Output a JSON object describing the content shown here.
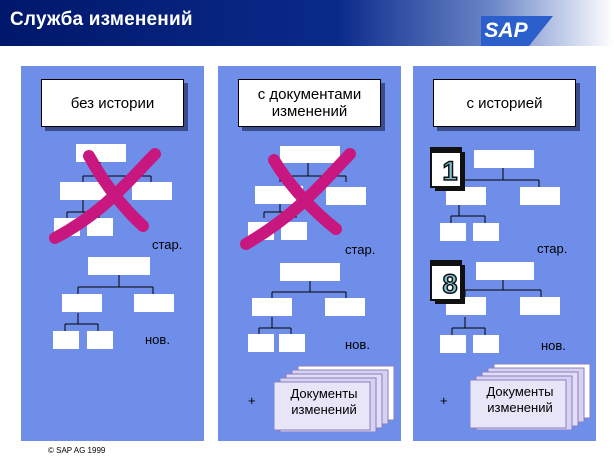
{
  "header": {
    "title": "Служба изменений",
    "logo_text": "SAP"
  },
  "panels": [
    {
      "label": "без истории",
      "caption_old": "стар.",
      "caption_new": "нов."
    },
    {
      "label": "с документами изменений",
      "caption_old": "стар.",
      "caption_new": "нов.",
      "plus": "+",
      "docs_label": "Документы изменений"
    },
    {
      "label": "с историей",
      "caption_old": "стар.",
      "caption_new": "нов.",
      "plus": "+",
      "docs_label": "Документы изменений",
      "calendar_old": "1",
      "calendar_new": "8"
    }
  ],
  "colors": {
    "panel": "#6f8ee9",
    "cross": "#c8177f",
    "title_bar": "#00186b",
    "logo": "#2b5fcc"
  },
  "icons": [
    "sap-logo-icon",
    "cross-mark-icon",
    "document-stack-icon",
    "calendar-icon"
  ],
  "footer": {
    "copyright": "©  SAP AG 1999"
  }
}
